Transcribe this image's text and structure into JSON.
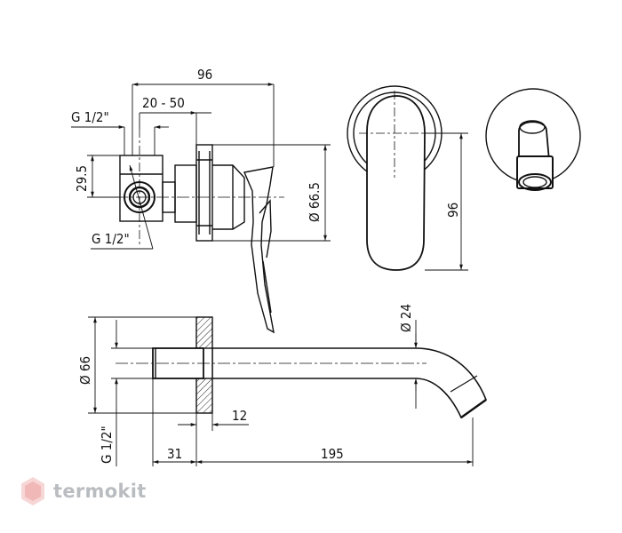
{
  "dimensions": {
    "overall_width": "96",
    "wall_range": "20 - 50",
    "inlet_thread_top": "G 1/2\"",
    "inlet_thread_bottom": "G 1/2\"",
    "center_height": "29.5",
    "plate_diameter": "Ø 66.5",
    "spout_outer_height": "96",
    "spout_diameter": "Ø 24",
    "body_diameter": "Ø 66",
    "body_thread": "G 1/2\"",
    "plate_gap": "12",
    "body_depth": "31",
    "spout_length": "195"
  },
  "brand": {
    "name": "termokit",
    "logo_icon": "hexagon-logo-icon",
    "color": "#b9bcc0",
    "accent": "#f4c3c3"
  }
}
